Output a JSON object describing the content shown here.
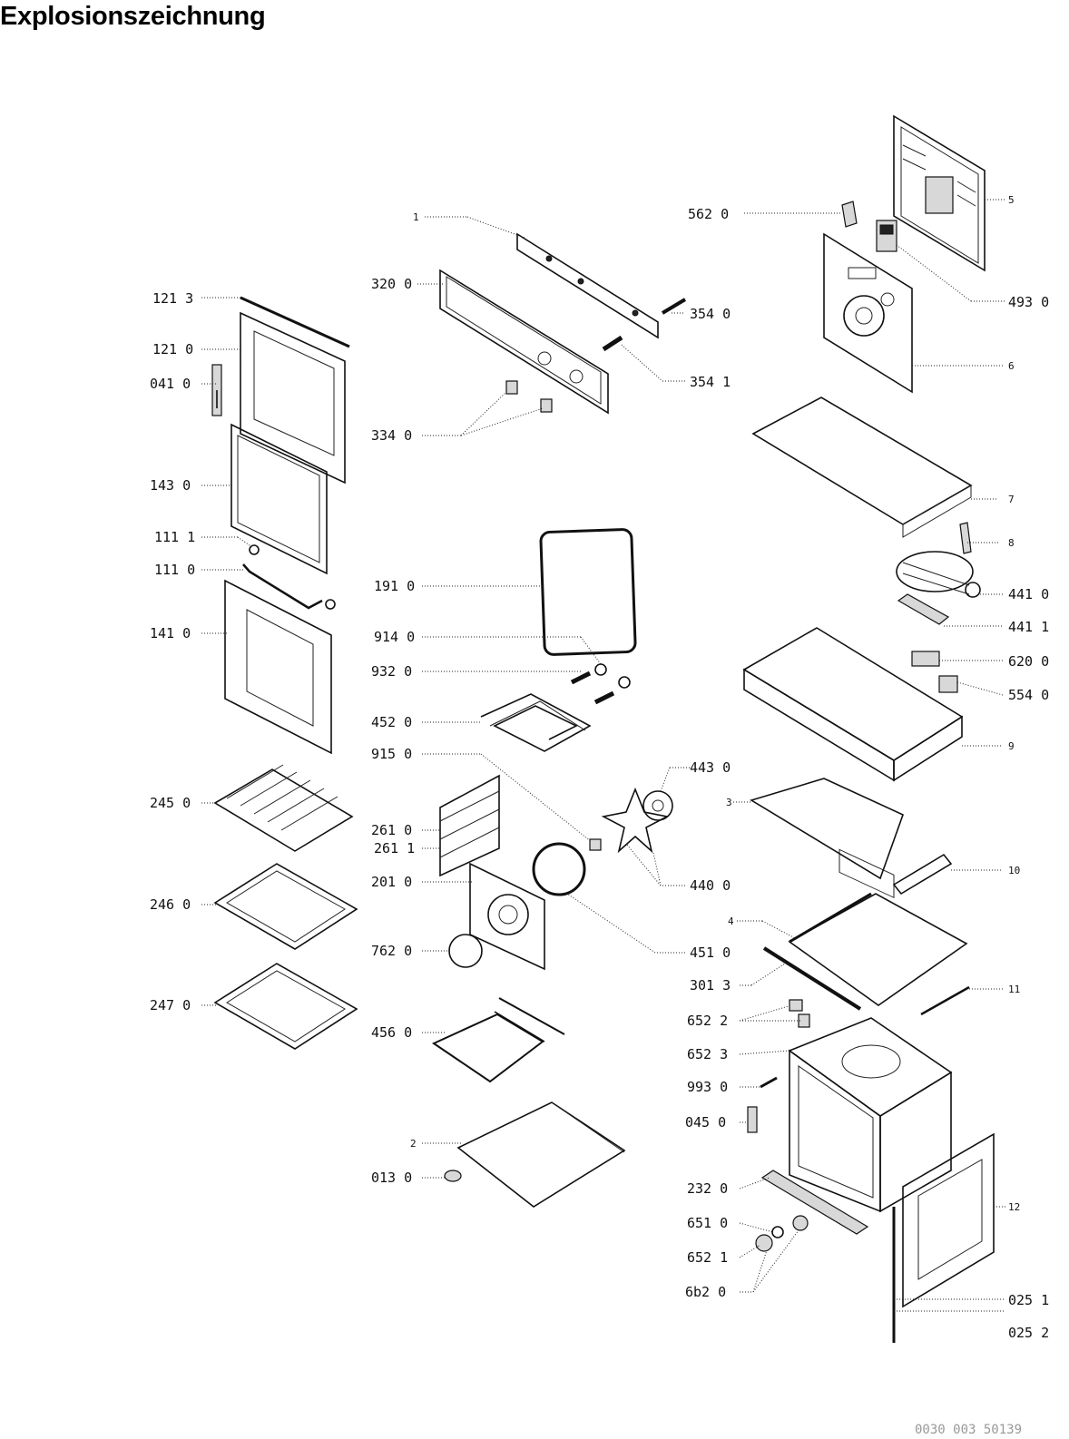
{
  "title": "Explosionszeichnung",
  "drawing_code": "0030 003 50139",
  "callouts": [
    {
      "id": "c1",
      "label": "1"
    },
    {
      "id": "c5620",
      "label": "562 0"
    },
    {
      "id": "c5",
      "label": "5"
    },
    {
      "id": "c3200",
      "label": "320 0"
    },
    {
      "id": "c3540",
      "label": "354 0"
    },
    {
      "id": "c3541",
      "label": "354 1"
    },
    {
      "id": "c4930",
      "label": "493 0"
    },
    {
      "id": "c6",
      "label": "6"
    },
    {
      "id": "c1213",
      "label": "121 3"
    },
    {
      "id": "c1210",
      "label": "121 0"
    },
    {
      "id": "c0410",
      "label": "041 0"
    },
    {
      "id": "c3340",
      "label": "334 0"
    },
    {
      "id": "c1430",
      "label": "143 0"
    },
    {
      "id": "c7",
      "label": "7"
    },
    {
      "id": "c1111",
      "label": "111 1"
    },
    {
      "id": "c8",
      "label": "8"
    },
    {
      "id": "c1110",
      "label": "111 0"
    },
    {
      "id": "c1910",
      "label": "191 0"
    },
    {
      "id": "c4410",
      "label": "441 0"
    },
    {
      "id": "c4411",
      "label": "441 1"
    },
    {
      "id": "c1410",
      "label": "141 0"
    },
    {
      "id": "c9140",
      "label": "914 0"
    },
    {
      "id": "c6200",
      "label": "620 0"
    },
    {
      "id": "c9320",
      "label": "932 0"
    },
    {
      "id": "c5540",
      "label": "554 0"
    },
    {
      "id": "c4520",
      "label": "452 0"
    },
    {
      "id": "c9",
      "label": "9"
    },
    {
      "id": "c9150",
      "label": "915 0"
    },
    {
      "id": "c4430",
      "label": "443 0"
    },
    {
      "id": "c2450",
      "label": "245 0"
    },
    {
      "id": "c3",
      "label": "3"
    },
    {
      "id": "c2610",
      "label": "261 0"
    },
    {
      "id": "c2611",
      "label": "261 1"
    },
    {
      "id": "c2010",
      "label": "201 0"
    },
    {
      "id": "c4400",
      "label": "440 0"
    },
    {
      "id": "c10",
      "label": "10"
    },
    {
      "id": "c2460",
      "label": "246 0"
    },
    {
      "id": "c4",
      "label": "4"
    },
    {
      "id": "c7620",
      "label": "762 0"
    },
    {
      "id": "c4510",
      "label": "451 0"
    },
    {
      "id": "c3013",
      "label": "301 3"
    },
    {
      "id": "c11",
      "label": "11"
    },
    {
      "id": "c2470",
      "label": "247 0"
    },
    {
      "id": "c6522",
      "label": "652 2"
    },
    {
      "id": "c4560",
      "label": "456 0"
    },
    {
      "id": "c6523",
      "label": "652 3"
    },
    {
      "id": "c9930",
      "label": "993 0"
    },
    {
      "id": "c0450",
      "label": "045 0"
    },
    {
      "id": "c2",
      "label": "2"
    },
    {
      "id": "c0130",
      "label": "013 0"
    },
    {
      "id": "c2320",
      "label": "232 0"
    },
    {
      "id": "c12",
      "label": "12"
    },
    {
      "id": "c6510",
      "label": "651 0"
    },
    {
      "id": "c6521",
      "label": "652 1"
    },
    {
      "id": "c6620",
      "label": "6b2 0"
    },
    {
      "id": "c0251",
      "label": "025 1"
    },
    {
      "id": "c0252",
      "label": "025 2"
    }
  ]
}
